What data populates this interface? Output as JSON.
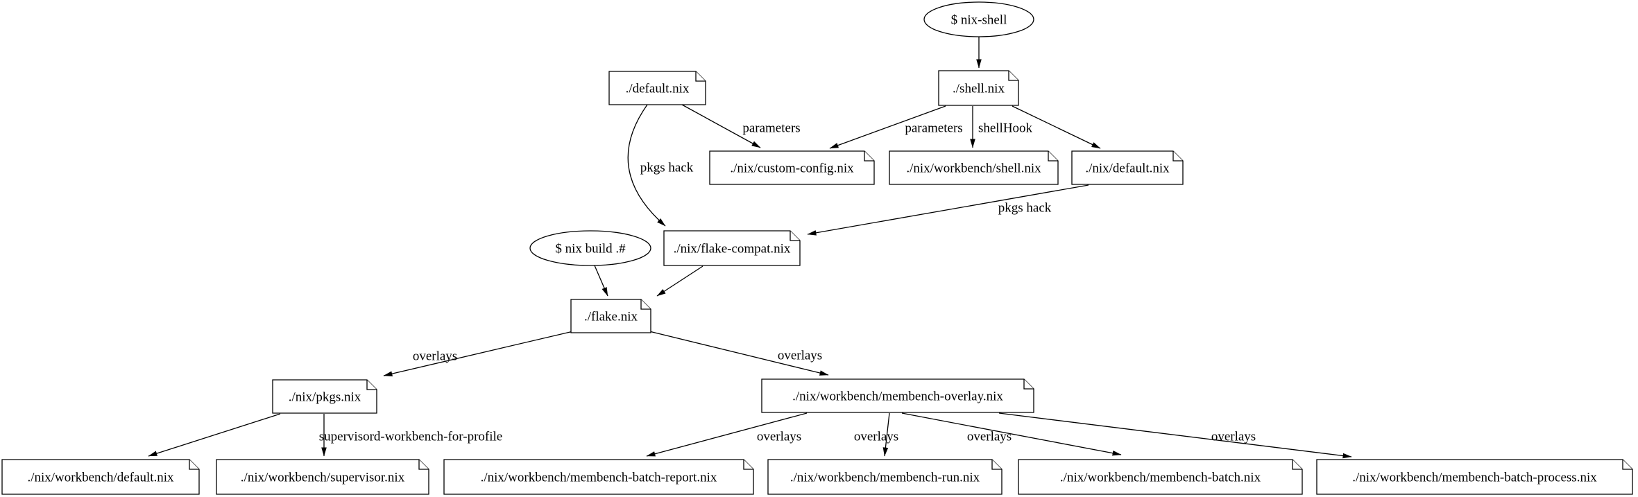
{
  "diagram": {
    "type": "dependency-graph",
    "background_color": "#ffffff",
    "stroke_color": "#000000",
    "text_color": "#000000",
    "nodes": [
      {
        "id": "nix-shell-cmd",
        "shape": "ellipse",
        "label": "$ nix-shell"
      },
      {
        "id": "default-nix",
        "shape": "note",
        "label": "./default.nix"
      },
      {
        "id": "shell-nix",
        "shape": "note",
        "label": "./shell.nix"
      },
      {
        "id": "custom-config",
        "shape": "note",
        "label": "./nix/custom-config.nix"
      },
      {
        "id": "workbench-shell",
        "shape": "note",
        "label": "./nix/workbench/shell.nix"
      },
      {
        "id": "nix-default",
        "shape": "note",
        "label": "./nix/default.nix"
      },
      {
        "id": "nix-build-cmd",
        "shape": "ellipse",
        "label": "$ nix build .#"
      },
      {
        "id": "flake-compat",
        "shape": "note",
        "label": "./nix/flake-compat.nix"
      },
      {
        "id": "flake",
        "shape": "note",
        "label": "./flake.nix"
      },
      {
        "id": "pkgs",
        "shape": "note",
        "label": "./nix/pkgs.nix"
      },
      {
        "id": "membench-overlay",
        "shape": "note",
        "label": "./nix/workbench/membench-overlay.nix"
      },
      {
        "id": "workbench-default",
        "shape": "note",
        "label": "./nix/workbench/default.nix"
      },
      {
        "id": "supervisor",
        "shape": "note",
        "label": "./nix/workbench/supervisor.nix"
      },
      {
        "id": "membench-batch-report",
        "shape": "note",
        "label": "./nix/workbench/membench-batch-report.nix"
      },
      {
        "id": "membench-run",
        "shape": "note",
        "label": "./nix/workbench/membench-run.nix"
      },
      {
        "id": "membench-batch",
        "shape": "note",
        "label": "./nix/workbench/membench-batch.nix"
      },
      {
        "id": "membench-batch-process",
        "shape": "note",
        "label": "./nix/workbench/membench-batch-process.nix"
      }
    ],
    "edges": [
      {
        "from": "nix-shell-cmd",
        "to": "shell-nix",
        "label": ""
      },
      {
        "from": "default-nix",
        "to": "custom-config",
        "label": "parameters"
      },
      {
        "from": "default-nix",
        "to": "flake-compat",
        "label": "pkgs hack"
      },
      {
        "from": "shell-nix",
        "to": "custom-config",
        "label": "parameters"
      },
      {
        "from": "shell-nix",
        "to": "workbench-shell",
        "label": "shellHook"
      },
      {
        "from": "shell-nix",
        "to": "nix-default",
        "label": ""
      },
      {
        "from": "nix-default",
        "to": "flake-compat",
        "label": "pkgs hack"
      },
      {
        "from": "nix-build-cmd",
        "to": "flake",
        "label": ""
      },
      {
        "from": "flake-compat",
        "to": "flake",
        "label": ""
      },
      {
        "from": "flake",
        "to": "pkgs",
        "label": "overlays"
      },
      {
        "from": "flake",
        "to": "membench-overlay",
        "label": "overlays"
      },
      {
        "from": "pkgs",
        "to": "workbench-default",
        "label": ""
      },
      {
        "from": "pkgs",
        "to": "supervisor",
        "label": "supervisord-workbench-for-profile"
      },
      {
        "from": "membench-overlay",
        "to": "membench-batch-report",
        "label": "overlays"
      },
      {
        "from": "membench-overlay",
        "to": "membench-run",
        "label": "overlays"
      },
      {
        "from": "membench-overlay",
        "to": "membench-batch",
        "label": "overlays"
      },
      {
        "from": "membench-overlay",
        "to": "membench-batch-process",
        "label": "overlays"
      }
    ]
  }
}
